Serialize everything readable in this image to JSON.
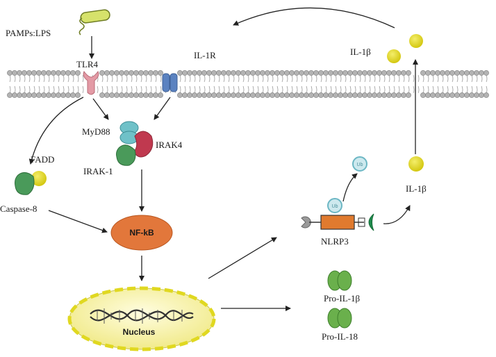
{
  "labels": {
    "pamps": "PAMPs:LPS",
    "tlr4": "TLR4",
    "il1r": "IL-1R",
    "il1b_top": "IL-1β",
    "myd88": "MyD88",
    "irak4": "IRAK4",
    "irak1": "IRAK-1",
    "fadd": "FADD",
    "caspase8": "Caspase-8",
    "nfkb": "NF-kB",
    "nucleus": "Nucleus",
    "ub1": "Ub",
    "ub2": "Ub",
    "nlrp3": "NLRP3",
    "il1b_mid": "IL-1β",
    "pro_il1b": "Pro-IL-1β",
    "pro_il18": "Pro-IL-18"
  },
  "colors": {
    "lipid_head": "#b3b3b3",
    "tlr4": "#e39aa5",
    "il1r": "#5b82c0",
    "myd88": "#6fc1c8",
    "irak4": "#c0394f",
    "irak1": "#4a9a5a",
    "il1b": "#e0d820",
    "nfkb": "#e2773b",
    "nlrp3_body": "#e07a2e",
    "pro_cytokine": "#6ab04c",
    "nucleus_fill": "#fbf7b8"
  }
}
